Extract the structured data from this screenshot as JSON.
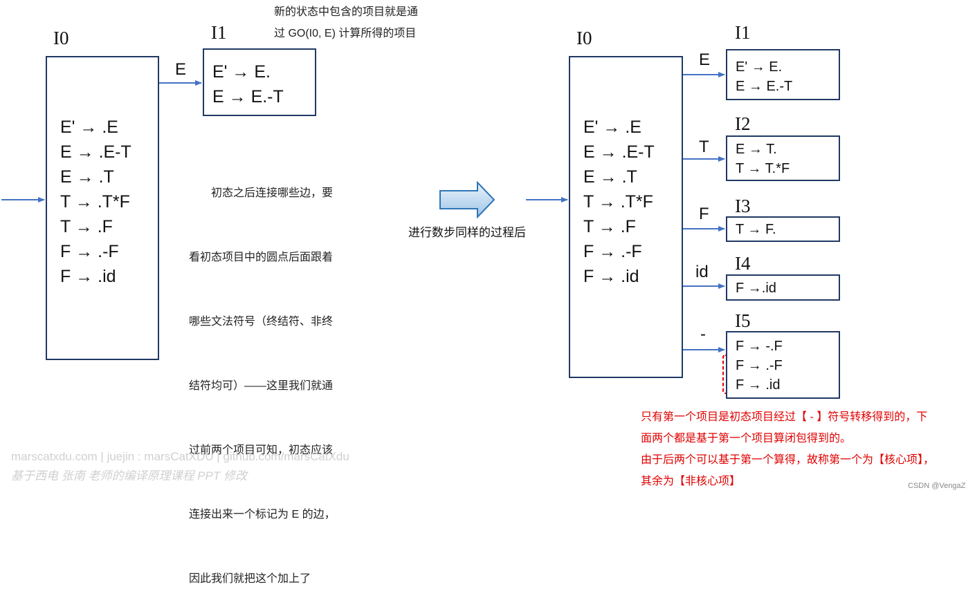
{
  "left": {
    "i0_title": "I0",
    "i0_items": [
      "E' → .E",
      "E → .E-T",
      "E → .T",
      "T → .T*F",
      "T → .F",
      "F → .-F",
      "F → .id"
    ],
    "edge_label": "E",
    "i1_title": "I1",
    "i1_items": [
      "E' → E.",
      "E → E.-T"
    ],
    "top_note": [
      "新的状态中包含的项目就是通",
      "过 GO(I0, E) 计算所得的项目"
    ],
    "mid_note": [
      "　　初态之后连接哪些边，要",
      "看初态项目中的圆点后面跟着",
      "哪些文法符号（终结符、非终",
      "结符均可）——这里我们就通",
      "过前两个项目可知，初态应该",
      "连接出来一个标记为 E 的边，",
      "因此我们就把这个加上了"
    ]
  },
  "middle": {
    "caption": "进行数步同样的过程后"
  },
  "right": {
    "i0_title": "I0",
    "i0_items": [
      "E' → .E",
      "E → .E-T",
      "E → .T",
      "T → .T*F",
      "T → .F",
      "F → .-F",
      "F → .id"
    ],
    "states": [
      {
        "title": "I1",
        "edge": "E",
        "items": [
          "E' → E.",
          "E → E.-T"
        ]
      },
      {
        "title": "I2",
        "edge": "T",
        "items": [
          "E → T.",
          "T → T.*F"
        ]
      },
      {
        "title": "I3",
        "edge": "F",
        "items": [
          "T → F."
        ]
      },
      {
        "title": "I4",
        "edge": "id",
        "items": [
          "F →.id"
        ]
      },
      {
        "title": "I5",
        "edge": "-",
        "items": [
          "F → -.F",
          "F → .-F",
          "F → .id"
        ]
      }
    ],
    "red_note": [
      "只有第一个项目是初态项目经过【 - 】符号转移得到的，下",
      "面两个都是基于第一个项目算闭包得到的。",
      "由于后两个可以基于第一个算得，故称第一个为【核心项】，",
      "其余为【非核心项】"
    ]
  },
  "watermark": {
    "line1": "marscatxdu.com | juejin : marsCatXDU | github.com/marsCatXdu",
    "line2": "基于西电 张南 老师的编译原理课程 PPT 修改",
    "csdn": "CSDN @VengaZ"
  },
  "colors": {
    "arrow": "#4472c4",
    "box_border": "#1f3864",
    "highlight": "#e00000",
    "big_arrow_fill": "#bdd7ee"
  }
}
